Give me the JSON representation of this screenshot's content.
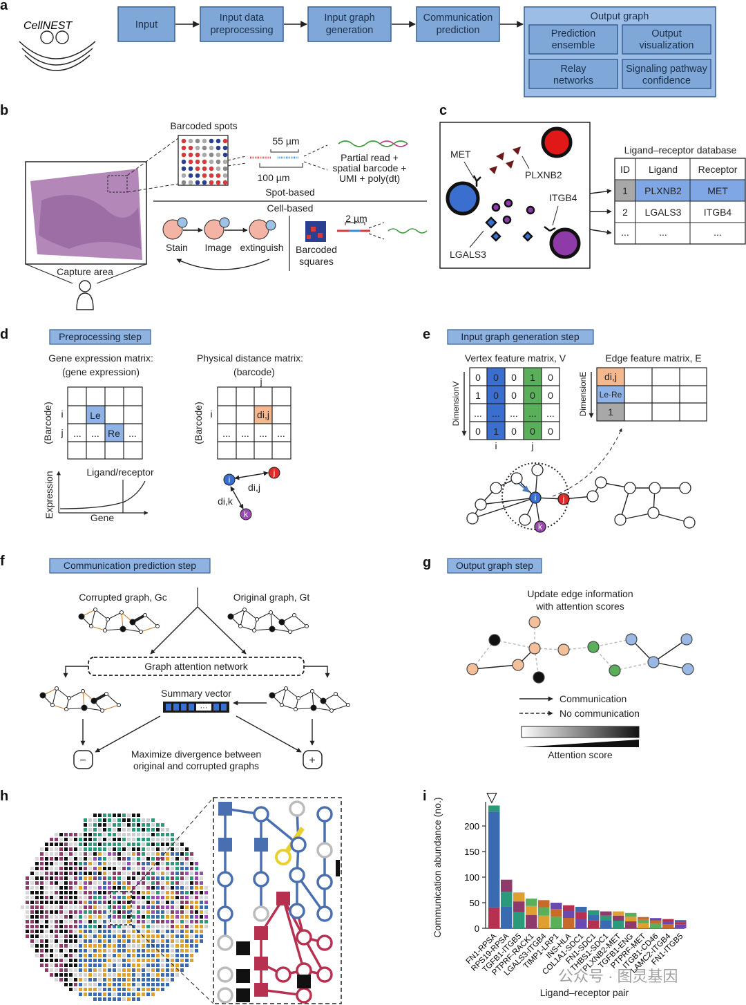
{
  "panel_labels": {
    "a": "a",
    "b": "b",
    "c": "c",
    "d": "d",
    "e": "e",
    "f": "f",
    "g": "g",
    "h": "h",
    "i": "i"
  },
  "panel_a": {
    "logo_text": "CellNEST",
    "steps": [
      "Input",
      "Input data",
      "preprocessing",
      "Input graph",
      "generation",
      "Communication",
      "prediction"
    ],
    "output_graph": "Output graph",
    "output_boxes": [
      "Prediction",
      "ensemble",
      "Output",
      "visualization",
      "Relay",
      "networks",
      "Signaling pathway",
      "confidence"
    ]
  },
  "panel_b": {
    "barcoded_spots": "Barcoded spots",
    "dim_55": "55 µm",
    "dim_100": "100 µm",
    "read_desc": [
      "Partial read +",
      "spatial barcode +",
      "UMI + poly(dt)"
    ],
    "spot_based": "Spot-based",
    "cell_based": "Cell-based",
    "capture_area": "Capture area",
    "stain": "Stain",
    "image": "Image",
    "extinguish": "extinguish",
    "dim_2": "2 µm",
    "barcoded_squares": [
      "Barcoded",
      "squares"
    ]
  },
  "panel_c": {
    "labels": [
      "MET",
      "PLXNB2",
      "ITGB4",
      "LGALS3"
    ],
    "db_title": "Ligand–receptor database",
    "headers": [
      "ID",
      "Ligand",
      "Receptor"
    ],
    "rows": [
      [
        "1",
        "PLXNB2",
        "MET"
      ],
      [
        "2",
        "LGALS3",
        "ITGB4"
      ],
      [
        "...",
        "...",
        "..."
      ]
    ]
  },
  "panel_d": {
    "title": "Preprocessing step",
    "gene_matrix": [
      "Gene expression matrix:",
      "(gene expression)"
    ],
    "dist_matrix": [
      "Physical distance matrix:",
      "(barcode)"
    ],
    "barcode": "(Barcode)",
    "i": "i",
    "j": "j",
    "k": "k",
    "le": "Le",
    "re": "Re",
    "dij": "di,j",
    "dik": "di,k",
    "dots": "...",
    "ligrec": "Ligand/receptor",
    "expression": "Expression",
    "gene": "Gene"
  },
  "panel_e": {
    "title": "Input graph generation step",
    "vertex_matrix": "Vertex feature matrix, V",
    "edge_matrix": "Edge feature matrix, E",
    "dim_v": "DimensionV",
    "dim_e": "DimensionE",
    "v_rows": [
      [
        "0",
        "0",
        "0",
        "1",
        "0"
      ],
      [
        "1",
        "0",
        "0",
        "0",
        "0"
      ],
      [
        "...",
        "...",
        "...",
        "...",
        "..."
      ],
      [
        "0",
        "1",
        "0",
        "0",
        "0"
      ]
    ],
    "e_cells": [
      "di,j",
      "Le·Re",
      "1"
    ],
    "col_i": "i",
    "col_j": "j"
  },
  "panel_f": {
    "title": "Communication prediction step",
    "corrupted": "Corrupted graph, Gc",
    "original": "Original graph, Gt",
    "gat": "Graph attention network",
    "summary": "Summary vector",
    "dots": "···",
    "maximize": [
      "Maximize divergence between",
      "original and corrupted graphs"
    ],
    "minus": "−",
    "plus": "+"
  },
  "panel_g": {
    "title": "Output graph step",
    "update": [
      "Update edge information",
      "with attention scores"
    ],
    "communication": "Communication",
    "no_communication": "No communication",
    "attention": "Attention score"
  },
  "panel_i": {
    "watermark": "公众号 · 图灵基因",
    "marker": "▽"
  },
  "chart_data": {
    "type": "bar",
    "ylabel": "Communication abundance (no.)",
    "xlabel": "Ligand–receptor pair",
    "ylim": [
      0,
      250
    ],
    "yticks": [
      0,
      50,
      100,
      150,
      200
    ],
    "categories": [
      "FN1-RPSA",
      "RPS19-RPSA",
      "TGFB1-ITGB5",
      "PTPRF-RACK1",
      "LGALS3-ITGB4",
      "TIMP1-LRP1",
      "INS-HLA",
      "COL1A1-SDC1",
      "FN1-SDC1",
      "THBS1-SDC1",
      "PLXNB2-MET",
      "TGFB1-ENG",
      "PTPRF-MET",
      "ITGB1-CD46",
      "LAMC2-ITGB4",
      "FN1-ITGB5"
    ],
    "values": [
      240,
      95,
      70,
      58,
      55,
      50,
      45,
      42,
      35,
      33,
      33,
      30,
      22,
      20,
      18,
      16
    ]
  }
}
